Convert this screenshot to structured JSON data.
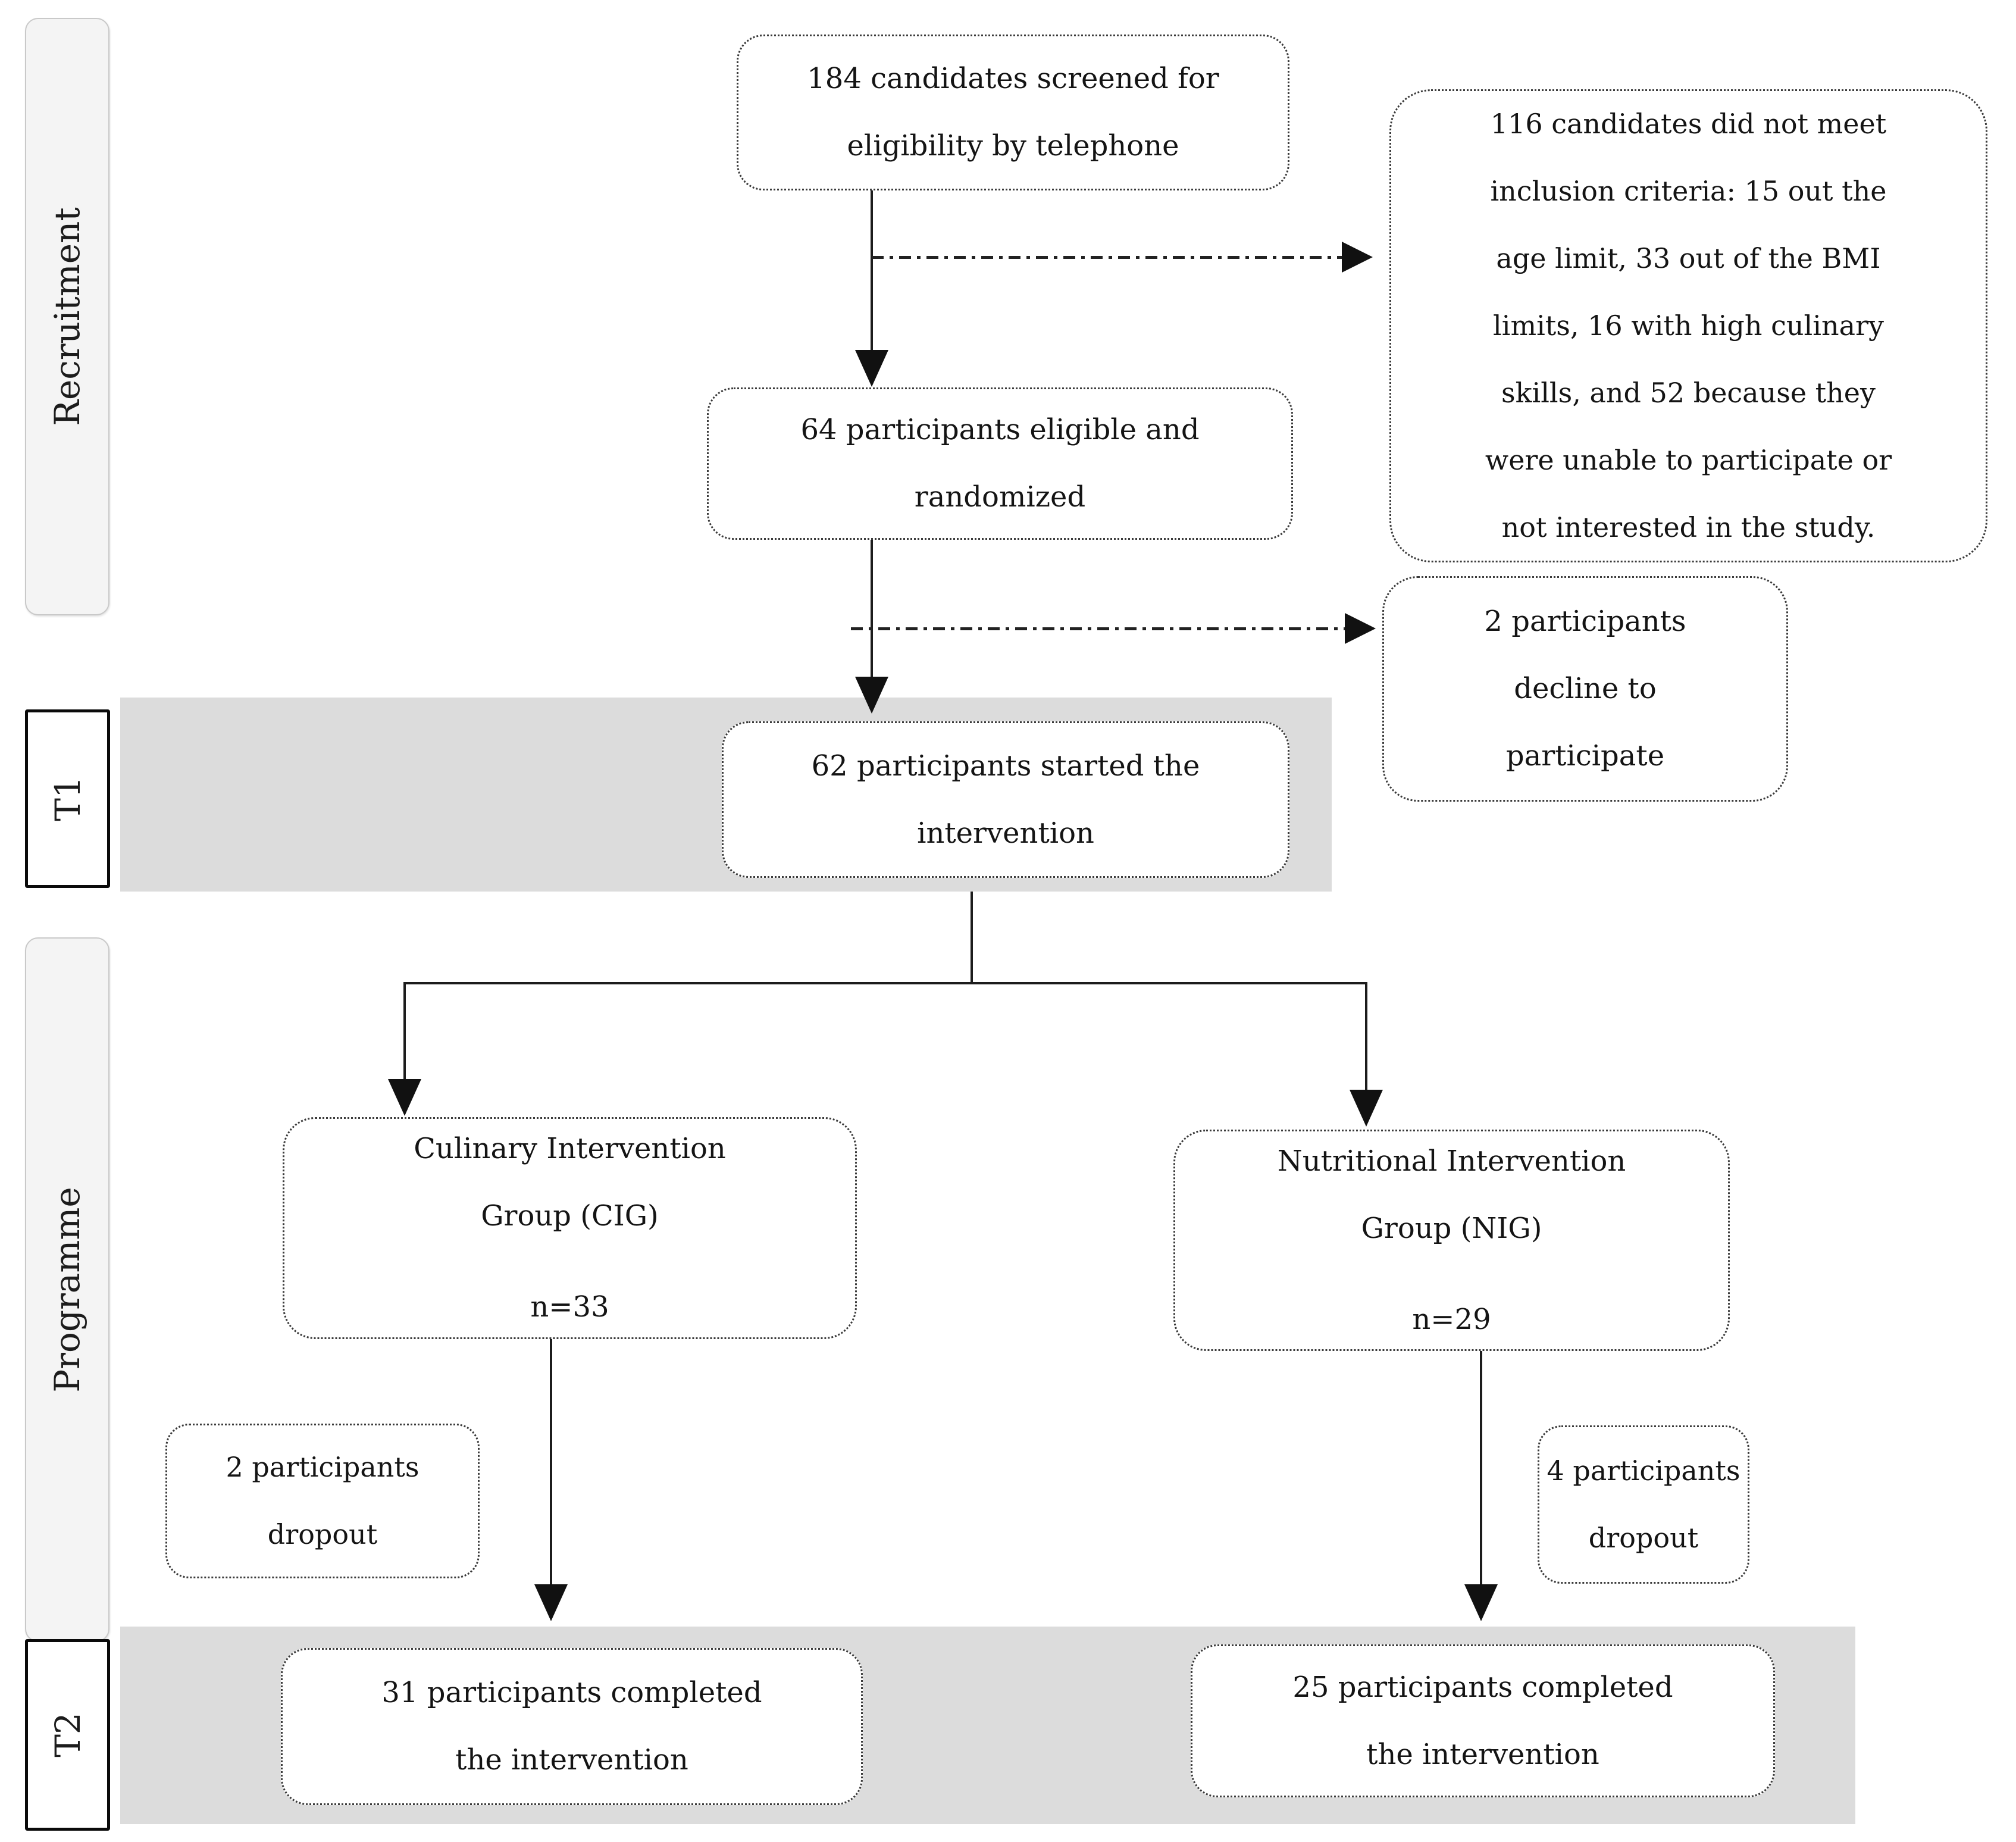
{
  "figure": {
    "type": "study-flow-diagram",
    "background_color": "#ffffff",
    "band_color": "#dcdcdc",
    "stage_label_bg": "#f4f4f4",
    "box_border_color": "#3a3a3a",
    "arrow_color": "#1c1c1c"
  },
  "stages": {
    "recruitment": "Recruitment",
    "t1": "T1",
    "programme": "Programme",
    "t2": "T2"
  },
  "boxes": {
    "screened": {
      "lines": [
        "184 candidates screened for",
        "eligibility by telephone"
      ]
    },
    "excluded": {
      "lines": [
        "116 candidates did not meet",
        "inclusion criteria: 15 out the",
        "age limit, 33 out of the BMI",
        "limits, 16 with high culinary",
        "skills, and 52 because they",
        "were unable to participate or",
        "not interested in the study."
      ]
    },
    "eligible": {
      "lines": [
        "64 participants eligible and",
        "randomized"
      ]
    },
    "declined": {
      "lines": [
        "2 participants",
        "decline to",
        "participate"
      ]
    },
    "started": {
      "lines": [
        "62 participants started the",
        "intervention"
      ]
    },
    "cig": {
      "lines": [
        "Culinary Intervention",
        "Group (CIG)"
      ],
      "n": "n=33"
    },
    "nig": {
      "lines": [
        "Nutritional Intervention",
        "Group (NIG)"
      ],
      "n": "n=29"
    },
    "dropout_cig": {
      "lines": [
        "2 participants",
        "dropout"
      ]
    },
    "dropout_nig": {
      "lines": [
        "4 participants",
        "dropout"
      ]
    },
    "completed_cig": {
      "lines": [
        "31 participants completed",
        "the intervention"
      ]
    },
    "completed_nig": {
      "lines": [
        "25 participants completed",
        "the intervention"
      ]
    }
  }
}
